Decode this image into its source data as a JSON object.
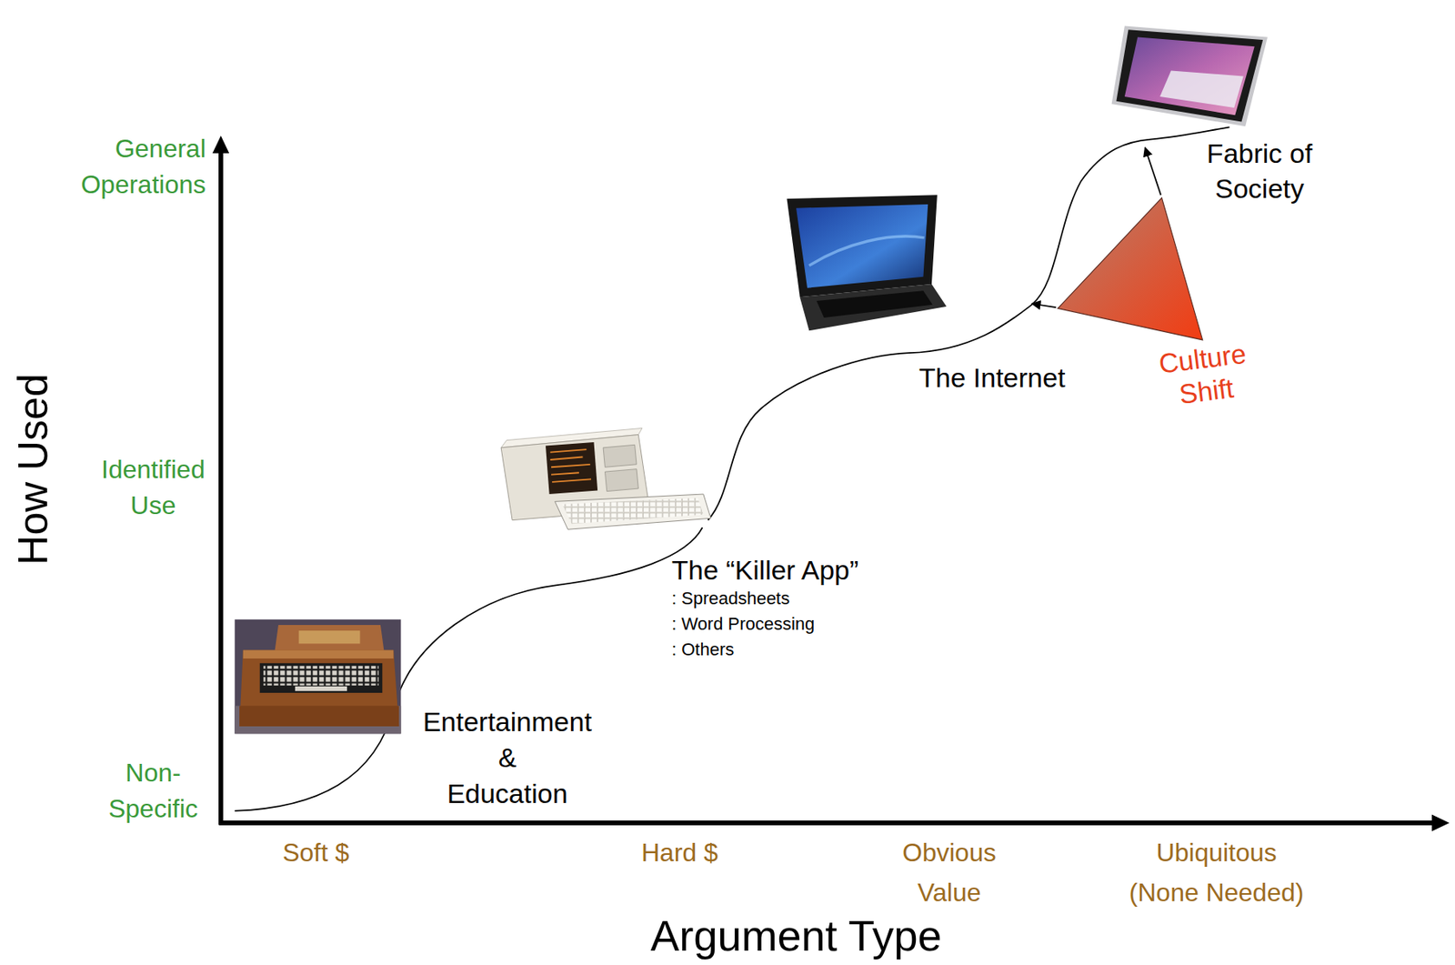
{
  "diagram": {
    "labels": [
      "General Operations",
      "Identified Use",
      "Non-Specific",
      "How Used",
      "Soft $",
      "Hard $",
      "Obvious Value",
      "Ubiquitous (None Needed)",
      "Argument Type",
      "Entertainment & Education",
      "The “Killer App”",
      ": Spreadsheets",
      ": Word Processing",
      ": Others",
      "The Internet",
      "Culture Shift",
      "Fabric of Society"
    ]
  }
}
